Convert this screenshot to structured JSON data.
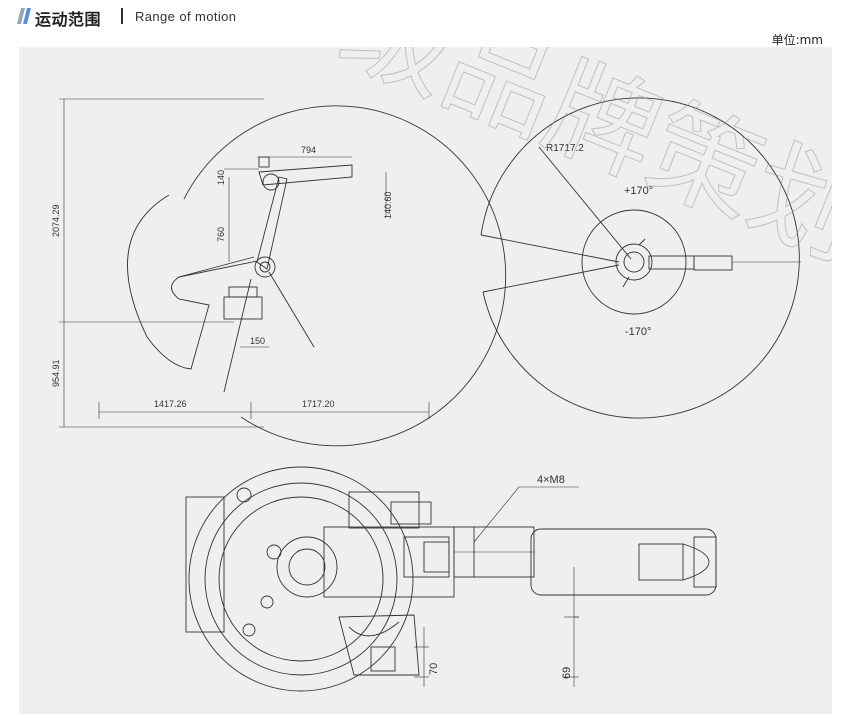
{
  "header": {
    "title_cn": "运动范围",
    "title_en": "Range of motion",
    "unit_label": "单位:mm"
  },
  "side_view": {
    "dim_height_total": "2074.29",
    "dim_height_lower": "954.91",
    "dim_left_reach": "1417.26",
    "dim_right_reach": "1717.20",
    "dim_arm_length": "794",
    "dim_wrist_offset": "140",
    "dim_upper_arm": "760",
    "dim_wrist_right": "140.60",
    "dim_base_offset": "150"
  },
  "top_view": {
    "radius_label": "R1717.2",
    "angle_positive": "+170°",
    "angle_negative": "-170°"
  },
  "flange_view": {
    "bolt_label": "4×M8",
    "dim_70": "70",
    "dim_69": "69"
  },
  "watermark": {
    "text": "级品牌策划"
  },
  "colors": {
    "panel_bg": "#efefef",
    "line": "#333333",
    "accent_blue": "#5b8fd6",
    "accent_gray": "#9aa4b2"
  }
}
